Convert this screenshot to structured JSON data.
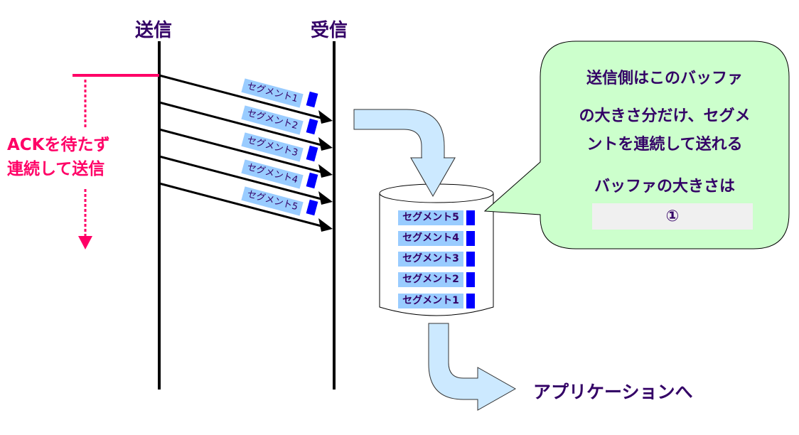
{
  "headers": {
    "sender": "送信",
    "receiver": "受信"
  },
  "note_left": {
    "line1": "ACKを待たず",
    "line2": "連続して送信"
  },
  "in_flight_segments": [
    {
      "label": "セグメント1"
    },
    {
      "label": "セグメント2"
    },
    {
      "label": "セグメント3"
    },
    {
      "label": "セグメント4"
    },
    {
      "label": "セグメント5"
    }
  ],
  "buffer_segments": [
    {
      "label": "セグメント5"
    },
    {
      "label": "セグメント4"
    },
    {
      "label": "セグメント3"
    },
    {
      "label": "セグメント2"
    },
    {
      "label": "セグメント1"
    }
  ],
  "callout": {
    "line1": "送信側はこのバッファ",
    "line2": "の大きさ分だけ、セグメ",
    "line3": "ントを連続して送れる",
    "question": "バッファの大きさは",
    "answer_blank": "①"
  },
  "output_label": "アプリケーションへ",
  "colors": {
    "pink": "#ff0066",
    "title": "#330066",
    "segment_fill": "#99ccff",
    "segment_chip": "#0000ff",
    "flow_arrow": "#cce9ff",
    "callout_fill": "#ccffcc",
    "blank_fill": "#f0f0f0"
  }
}
